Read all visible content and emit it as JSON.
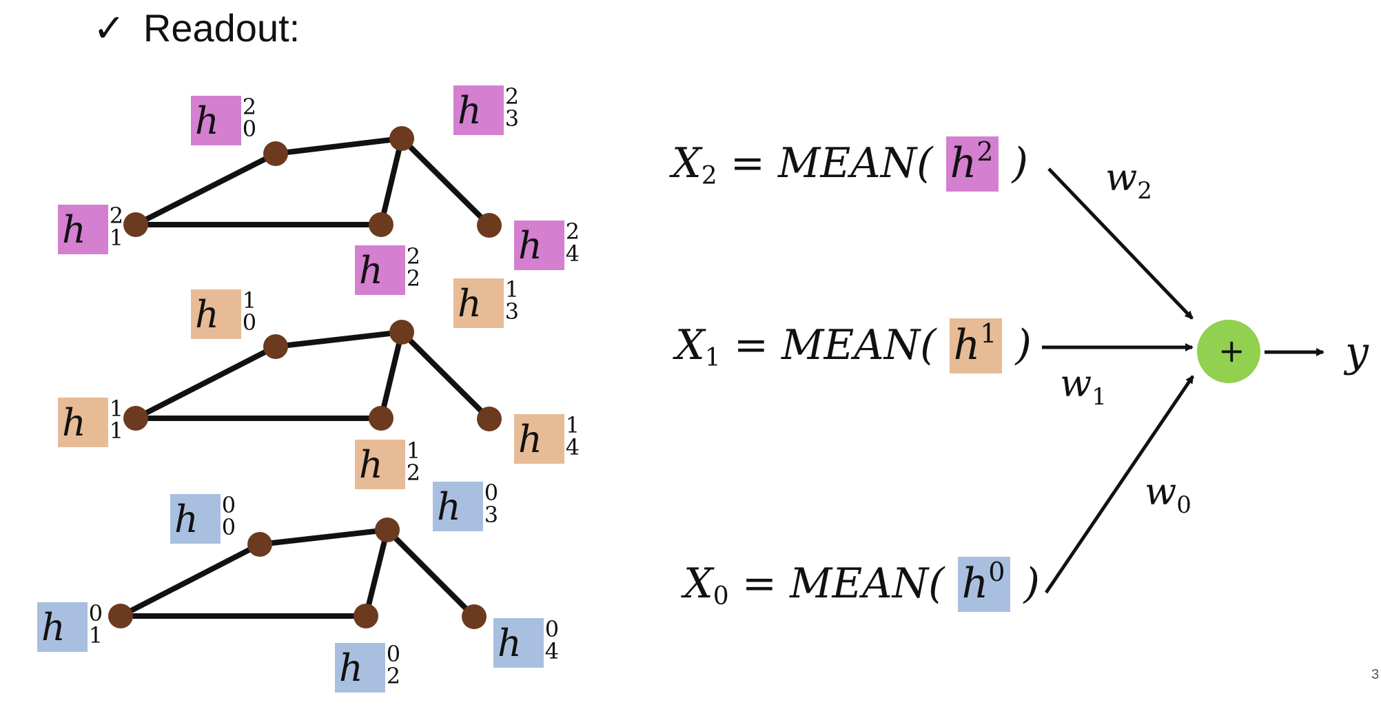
{
  "slide": {
    "title_check": "✓",
    "title_text": "Readout:",
    "page_number": "3"
  },
  "graphs": {
    "layer2": {
      "h0": {
        "base": "h",
        "sub": "0",
        "sup": "2"
      },
      "h1": {
        "base": "h",
        "sub": "1",
        "sup": "2"
      },
      "h2": {
        "base": "h",
        "sub": "2",
        "sup": "2"
      },
      "h3": {
        "base": "h",
        "sub": "3",
        "sup": "2"
      },
      "h4": {
        "base": "h",
        "sub": "4",
        "sup": "2"
      }
    },
    "layer1": {
      "h0": {
        "base": "h",
        "sub": "0",
        "sup": "1"
      },
      "h1": {
        "base": "h",
        "sub": "1",
        "sup": "1"
      },
      "h2": {
        "base": "h",
        "sub": "2",
        "sup": "1"
      },
      "h3": {
        "base": "h",
        "sub": "3",
        "sup": "1"
      },
      "h4": {
        "base": "h",
        "sub": "4",
        "sup": "1"
      }
    },
    "layer0": {
      "h0": {
        "base": "h",
        "sub": "0",
        "sup": "0"
      },
      "h1": {
        "base": "h",
        "sub": "1",
        "sup": "0"
      },
      "h2": {
        "base": "h",
        "sub": "2",
        "sup": "0"
      },
      "h3": {
        "base": "h",
        "sub": "3",
        "sup": "0"
      },
      "h4": {
        "base": "h",
        "sub": "4",
        "sup": "0"
      }
    }
  },
  "equations": {
    "x2": {
      "lhs": "X",
      "lhs_sub": "2",
      "op": "= MEAN(",
      "arg": "h",
      "arg_sup": "2",
      "close": ")"
    },
    "x1": {
      "lhs": "X",
      "lhs_sub": "1",
      "op": "= MEAN(",
      "arg": "h",
      "arg_sup": "1",
      "close": ")"
    },
    "x0": {
      "lhs": "X",
      "lhs_sub": "0",
      "op": "= MEAN(",
      "arg": "h",
      "arg_sup": "0",
      "close": ")"
    }
  },
  "weights": {
    "w2": {
      "base": "w",
      "sub": "2"
    },
    "w1": {
      "base": "w",
      "sub": "1"
    },
    "w0": {
      "base": "w",
      "sub": "0"
    }
  },
  "sum_node": {
    "symbol": "+"
  },
  "output": {
    "label": "y"
  },
  "colors": {
    "layer2": "#d47fd0",
    "layer1": "#e6bb95",
    "layer0": "#a9bfe0",
    "node": "#6b3a1f",
    "sum_node": "#92d050"
  }
}
